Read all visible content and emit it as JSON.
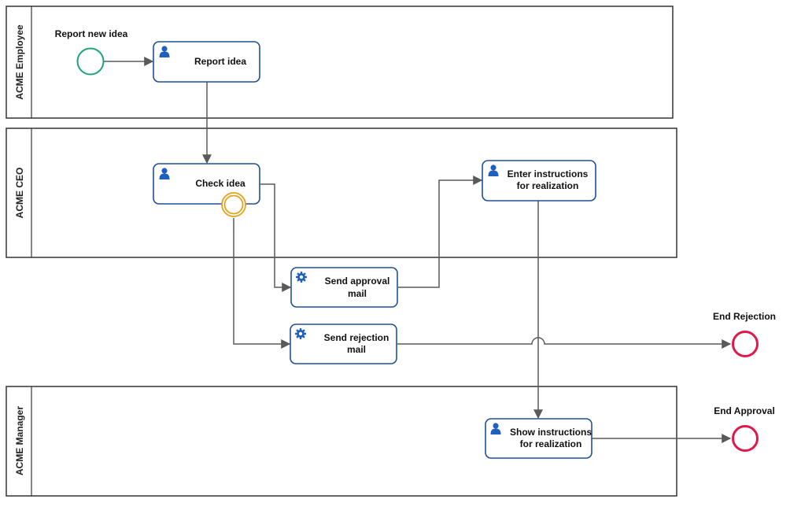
{
  "colors": {
    "lane_border": "#333333",
    "task_border": "#1f4f9a",
    "icon": "#1f5fbf",
    "flow": "#5a5a5a",
    "start_event": "#1aa37a",
    "end_event": "#e0194a",
    "boundary_event": "#e3a21a"
  },
  "lanes": [
    {
      "label": "ACME Employee"
    },
    {
      "label": "ACME CEO"
    },
    {
      "label": "ACME Manager"
    }
  ],
  "events": {
    "start": {
      "label": "Report new idea"
    },
    "end_rejection": {
      "label": "End Rejection"
    },
    "end_approval": {
      "label": "End Approval"
    }
  },
  "tasks": {
    "report_idea": {
      "line1": "Report idea",
      "line2": "",
      "icon": "user-icon"
    },
    "check_idea": {
      "line1": "Check idea",
      "line2": "",
      "icon": "user-icon"
    },
    "enter_instructions": {
      "line1": "Enter instructions",
      "line2": "for realization",
      "icon": "user-icon"
    },
    "send_approval": {
      "line1": "Send approval",
      "line2": "mail",
      "icon": "gear-icon"
    },
    "send_rejection": {
      "line1": "Send rejection",
      "line2": "mail",
      "icon": "gear-icon"
    },
    "show_instructions": {
      "line1": "Show instructions",
      "line2": "for realization",
      "icon": "user-icon"
    }
  }
}
